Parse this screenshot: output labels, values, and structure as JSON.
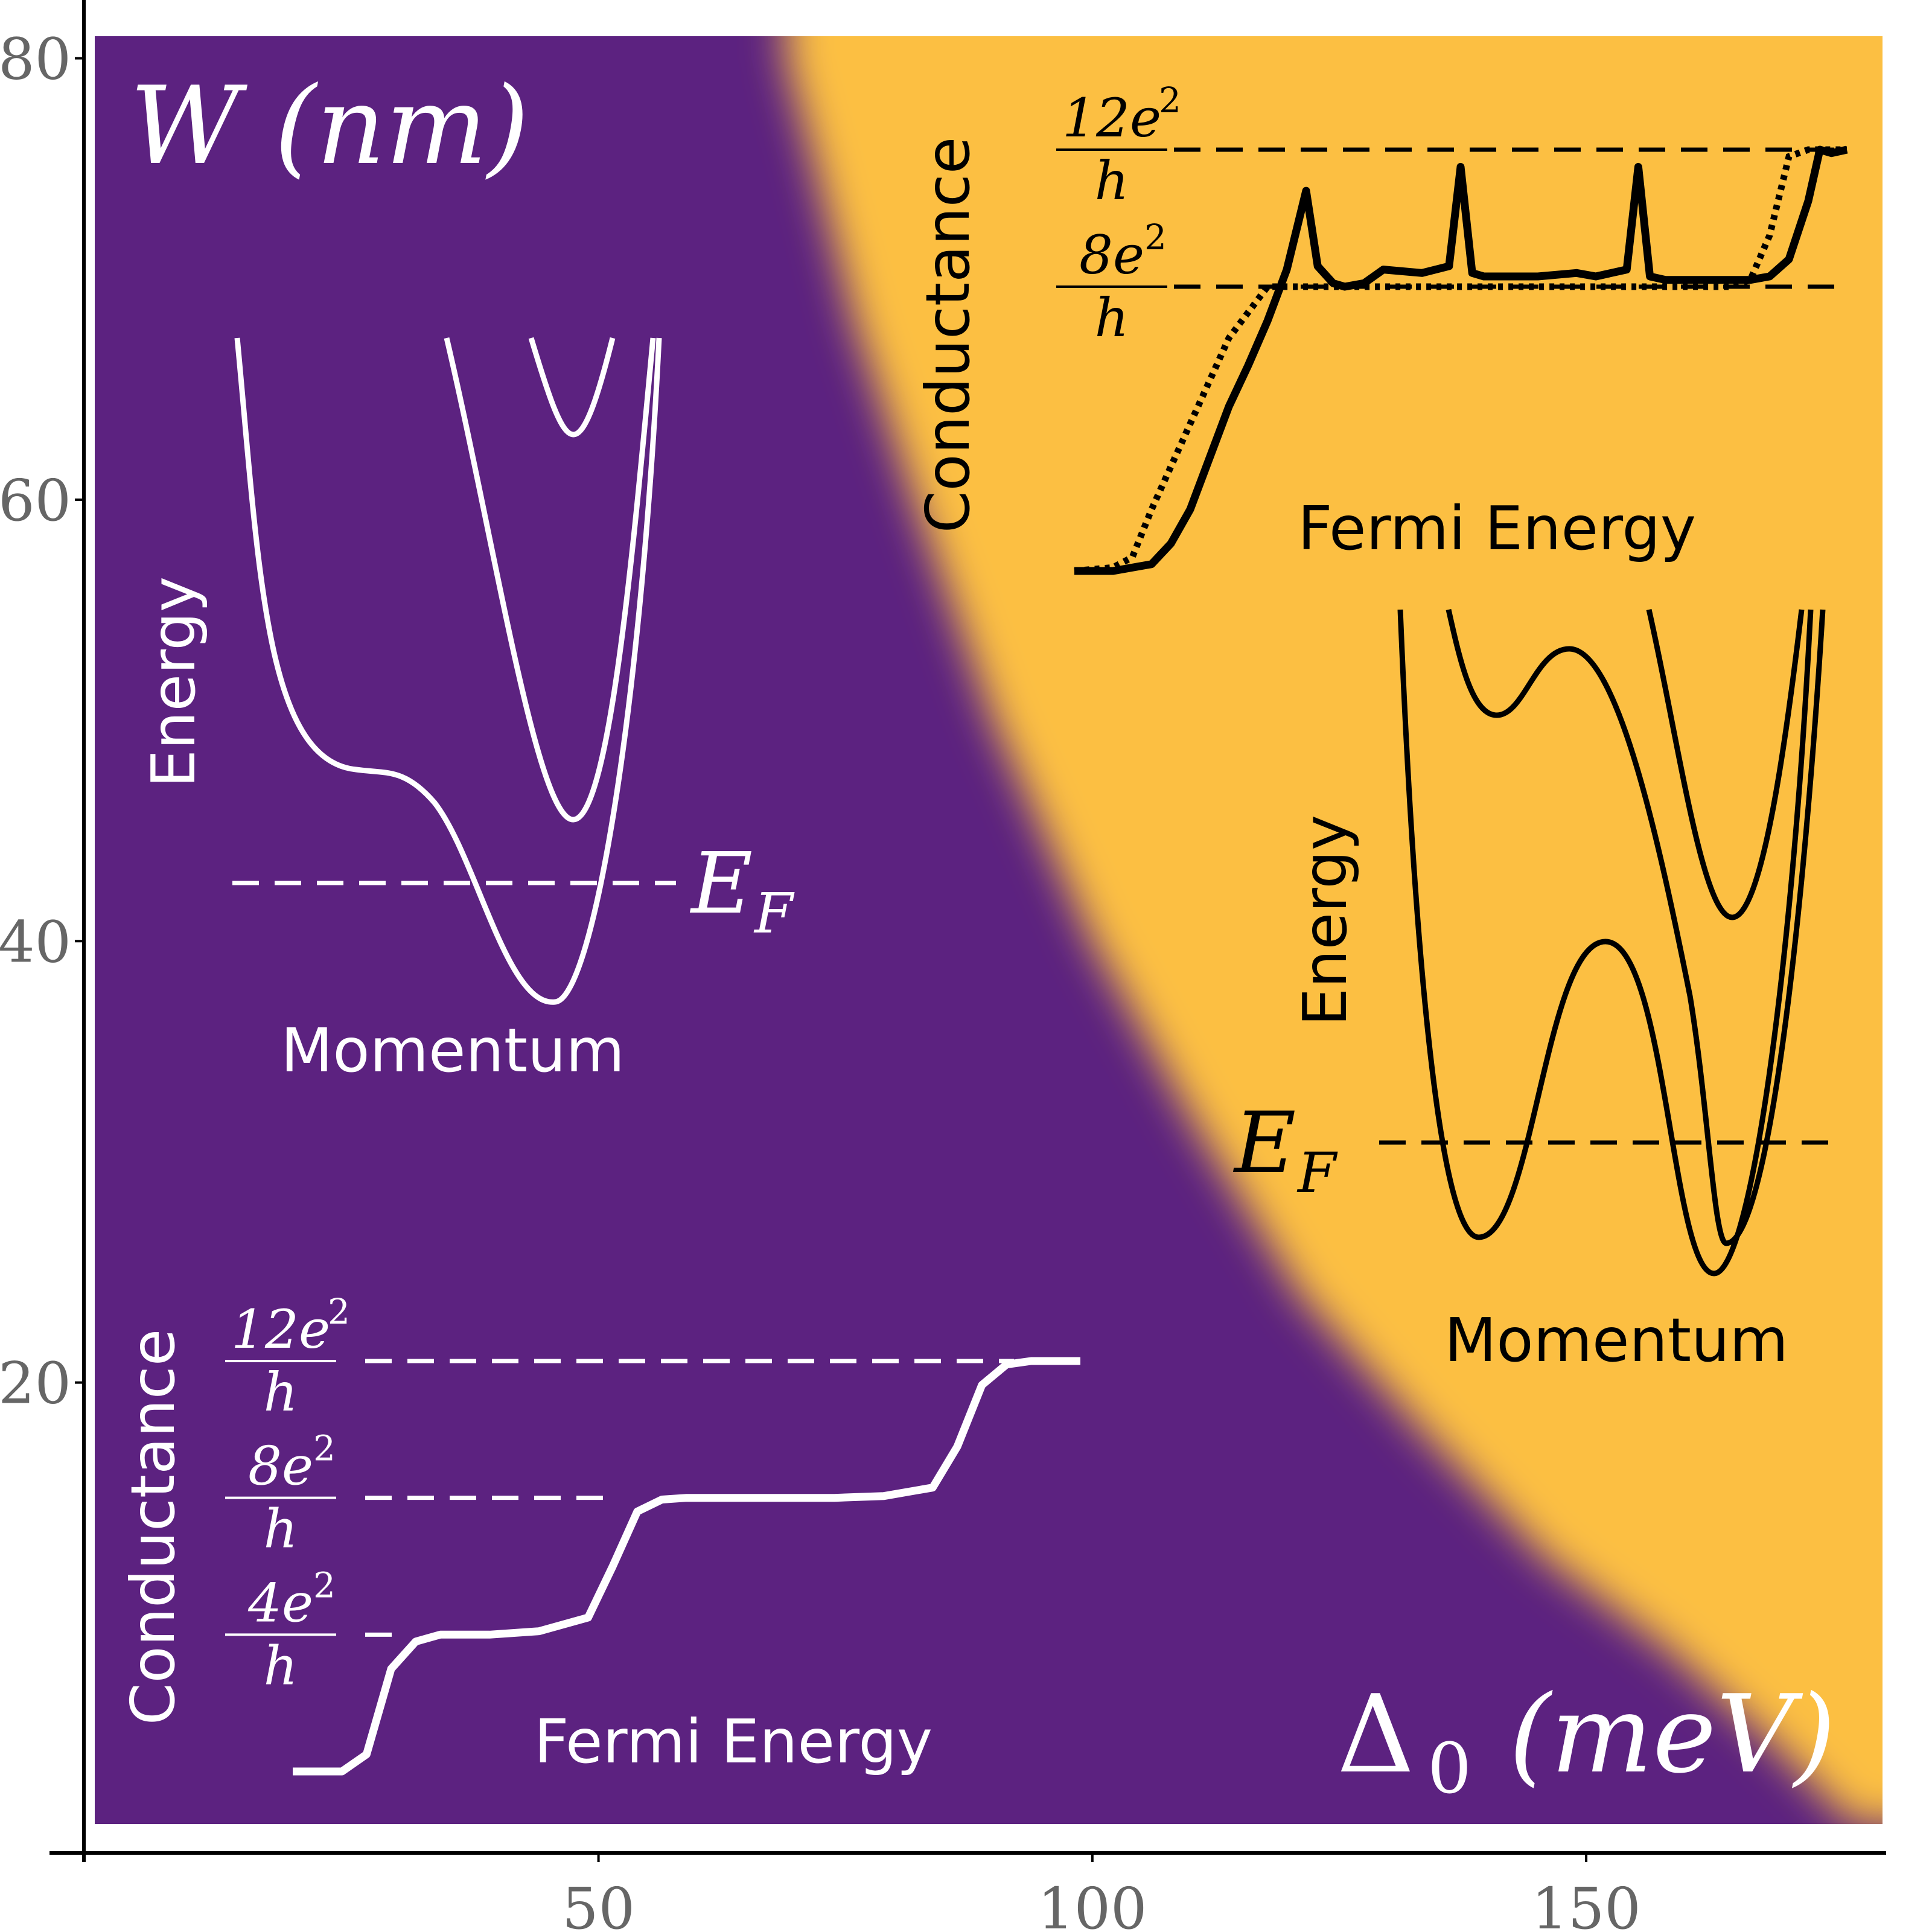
{
  "chart_data": {
    "type": "heatmap",
    "description": "Phase diagram over Delta_0 and W; purple region (low Delta_0/W) vs yellow region (high), separated by a smooth boundary curve",
    "xlabel_parts": {
      "main": "Δ",
      "sub": "0",
      "unit": "(meV)"
    },
    "ylabel": "W (nm)",
    "xlim": [
      -1,
      180
    ],
    "ylim": [
      0,
      81
    ],
    "xticks": [
      50,
      100,
      150
    ],
    "yticks": [
      20,
      40,
      60,
      80
    ],
    "regions": [
      {
        "name": "purple",
        "color": "#5c2280"
      },
      {
        "name": "yellow",
        "color": "#fcbf43"
      }
    ],
    "boundary": {
      "x": [
        69,
        72,
        76,
        82,
        90,
        100,
        110,
        121,
        133,
        146,
        158,
        168,
        177
      ],
      "y": [
        80,
        75,
        68,
        60,
        50,
        40,
        32,
        24,
        18,
        12,
        8,
        4,
        0
      ]
    },
    "insets": {
      "purple_band": {
        "xlabel": "Momentum",
        "ylabel": "Energy",
        "fermi_label": "E_F"
      },
      "purple_conductance": {
        "xlabel": "Fermi Energy",
        "ylabel": "Conductance",
        "levels": [
          {
            "num": "12e",
            "den": "h",
            "value": 12
          },
          {
            "num": "8e",
            "den": "h",
            "value": 8
          },
          {
            "num": "4e",
            "den": "h",
            "value": 4
          }
        ],
        "superscript": "2",
        "curve": {
          "x": [
            0,
            1,
            1.5,
            2,
            2.5,
            3,
            4,
            5,
            6,
            6.5,
            7,
            7.5,
            8,
            9,
            10,
            11,
            12,
            13,
            13.5,
            14,
            14.5,
            15,
            16
          ],
          "y": [
            0,
            0,
            0.5,
            3.0,
            3.8,
            4,
            4,
            4.1,
            4.5,
            6.0,
            7.6,
            7.95,
            8,
            8,
            8,
            8,
            8.05,
            8.3,
            9.5,
            11.3,
            11.9,
            12,
            12
          ]
        }
      },
      "yellow_conductance": {
        "xlabel": "Fermi Energy",
        "ylabel": "Conductance",
        "levels": [
          {
            "num": "12e",
            "den": "h",
            "value": 12
          },
          {
            "num": "8e",
            "den": "h",
            "value": 8
          }
        ],
        "superscript": "2",
        "solid_curve": {
          "x": [
            0,
            1,
            2,
            2.5,
            3,
            3.5,
            4,
            4.5,
            5,
            5.5,
            6,
            6.3,
            6.7,
            7,
            7.5,
            8,
            9,
            9.7,
            10,
            10.3,
            10.6,
            11,
            12,
            13,
            13.5,
            14.3,
            14.6,
            14.9,
            15.3,
            16,
            17,
            17.5,
            18,
            18.5,
            19,
            19.3,
            19.6,
            20
          ],
          "y": [
            -0.3,
            -0.3,
            -0.1,
            0.5,
            1.5,
            3.0,
            4.5,
            5.7,
            7.0,
            8.5,
            10.8,
            8.6,
            8.1,
            8,
            8.1,
            8.5,
            8.4,
            8.6,
            11.5,
            8.4,
            8.3,
            8.3,
            8.3,
            8.4,
            8.3,
            8.5,
            11.5,
            8.3,
            8.2,
            8.2,
            8.2,
            8.2,
            8.3,
            8.8,
            10.5,
            12,
            11.9,
            12
          ]
        },
        "dotted_curve": {
          "x": [
            0,
            1,
            1.5,
            2,
            3,
            4,
            5,
            6,
            8,
            10,
            12,
            14,
            16,
            17,
            17.5,
            18,
            18.5,
            19,
            20
          ],
          "y": [
            -0.3,
            -0.2,
            0.1,
            1.5,
            4.0,
            6.5,
            8.0,
            8,
            8,
            8,
            8,
            8,
            8,
            8,
            8.2,
            9.5,
            11.8,
            12,
            12
          ]
        }
      },
      "yellow_band": {
        "xlabel": "Momentum",
        "ylabel": "Energy",
        "fermi_label": "E_F"
      }
    }
  }
}
